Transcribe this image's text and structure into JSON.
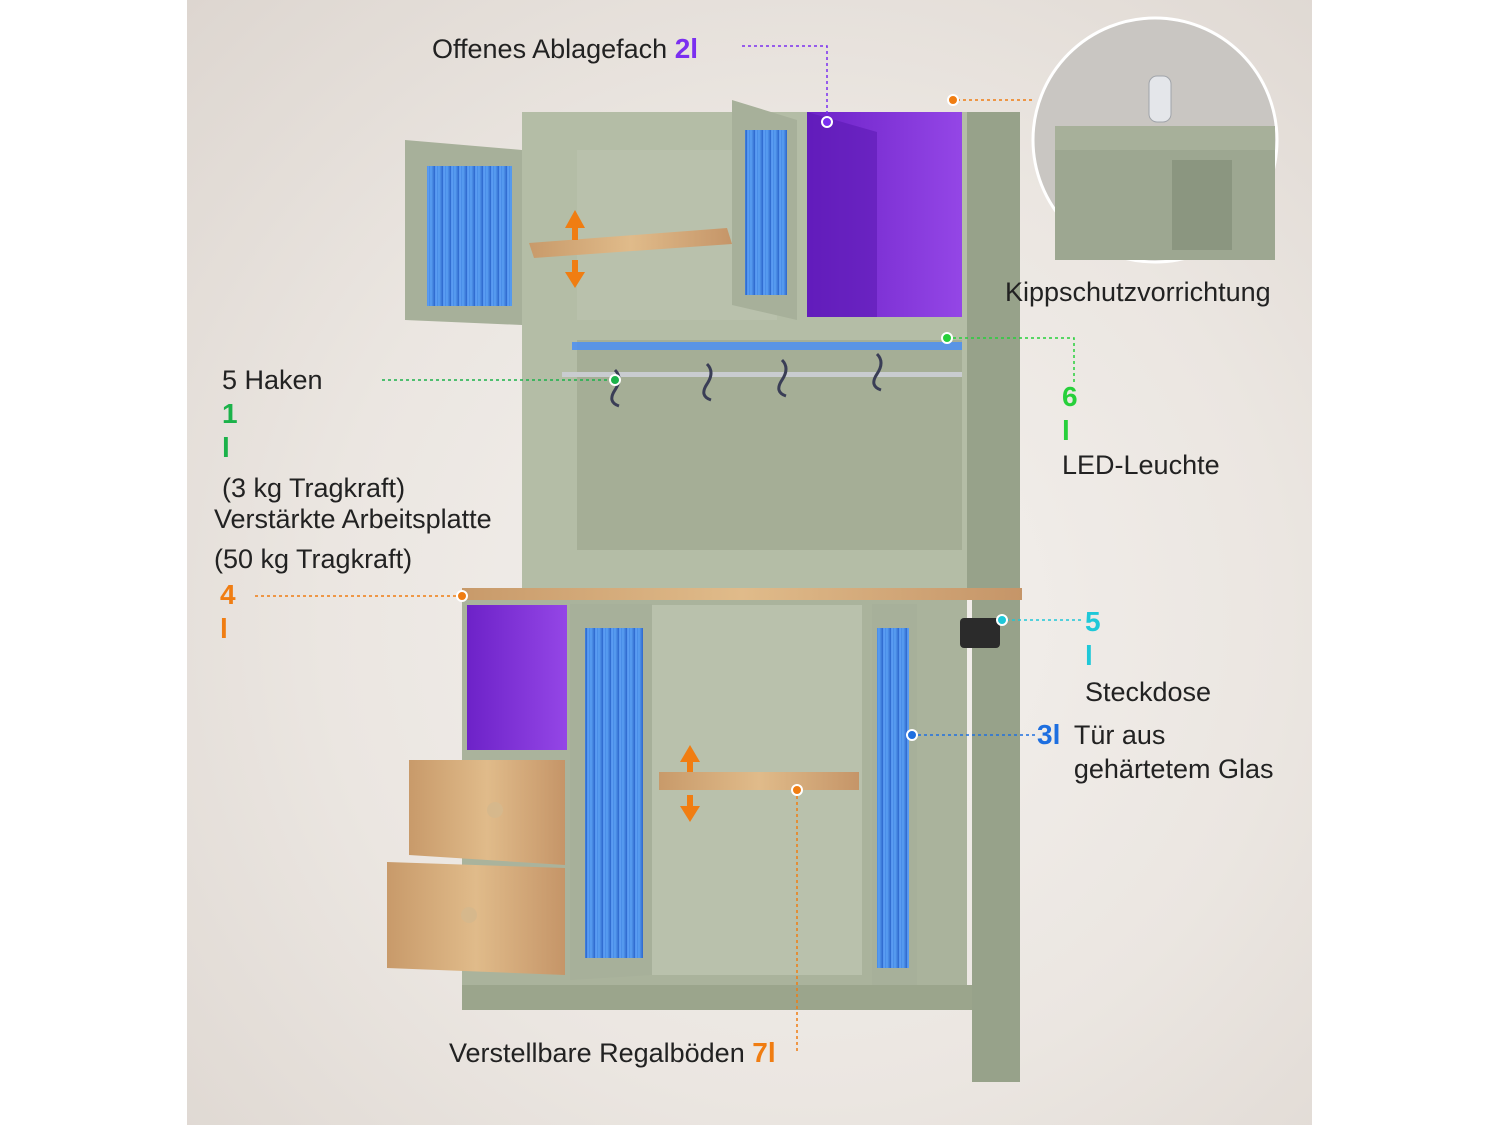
{
  "labels": {
    "open_shelf": {
      "text": "Offenes Ablagefach",
      "num": "2",
      "color": "#7b2ff0"
    },
    "hooks": {
      "text": "5 Haken",
      "num": "1",
      "sub": "(3 kg Tragkraft)",
      "color": "#1bb24a"
    },
    "countertop": {
      "text": "Verstärkte Arbeitsplatte",
      "sub": "(50 kg Tragkraft)",
      "num": "4",
      "color": "#f07d12"
    },
    "anti_tip": {
      "text": "Kippschutzvorrichtung",
      "color": "#f07d12"
    },
    "led": {
      "num": "6",
      "text": "LED-Leuchte",
      "color": "#27d03b"
    },
    "socket": {
      "num": "5",
      "text": "Steckdose",
      "color": "#1fc8d8"
    },
    "glass_door": {
      "num": "3",
      "line1": "Tür aus",
      "line2": "gehärtetem Glas",
      "color": "#1e6fe0"
    },
    "shelves": {
      "text": "Verstellbare Regalböden",
      "num": "7",
      "color": "#f07d12"
    }
  },
  "colors": {
    "cabinet": "#a8b29a",
    "cabinet_dark": "#8f9a82",
    "purple": "#8a3fe0",
    "glass_blue": "#3d86e8",
    "wood": "#d8a06a"
  }
}
